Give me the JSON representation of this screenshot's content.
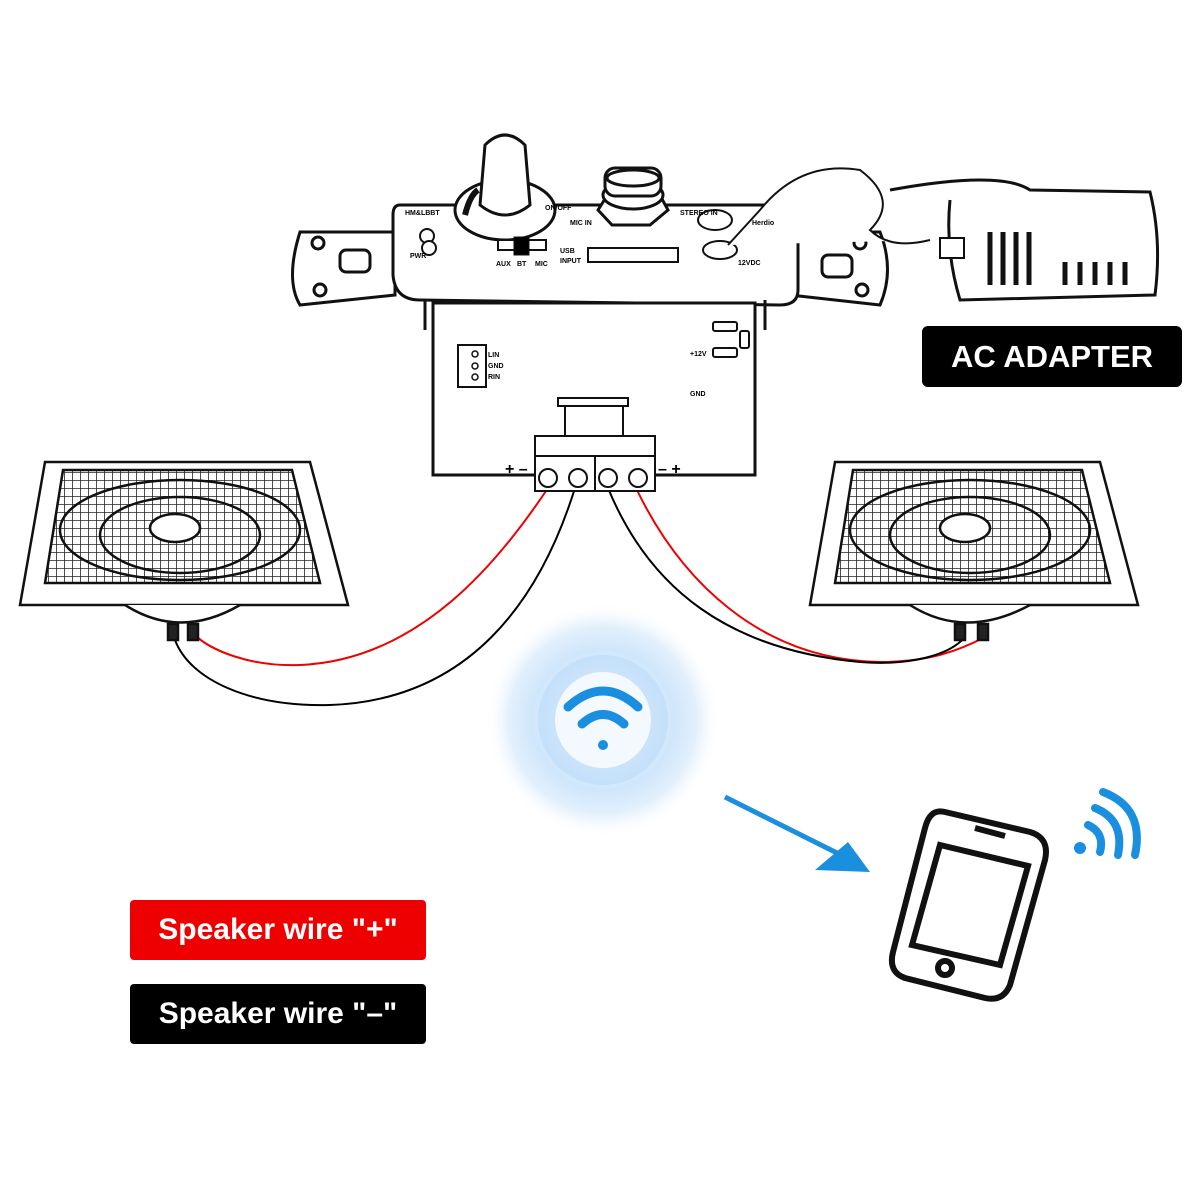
{
  "adapter_label": "AC ADAPTER",
  "legend": {
    "positive": {
      "label": "Speaker wire \"+\"",
      "color": "#ee0000"
    },
    "negative": {
      "label": "Speaker wire \"–\"",
      "color": "#000000"
    }
  },
  "panel": {
    "model": "HM&LBBT",
    "pwr": "PWR",
    "on_off": "ON/OFF",
    "switch": [
      "AUX",
      "BT",
      "MIC"
    ],
    "usb": "USB",
    "input": "INPUT",
    "mic_in": "MIC IN",
    "stereo_in": "STEREO IN",
    "dc": "12VDC",
    "brand": "Herdio"
  },
  "board": {
    "inputs": [
      "LIN",
      "GND",
      "RIN"
    ],
    "power": "+12V",
    "gnd": "GND",
    "left_terminal": "+ –",
    "right_terminal": "– +"
  },
  "colors": {
    "wifi": "#1a8fe0",
    "arrow": "#1a8fe0",
    "glow": "#cfe6fb"
  }
}
